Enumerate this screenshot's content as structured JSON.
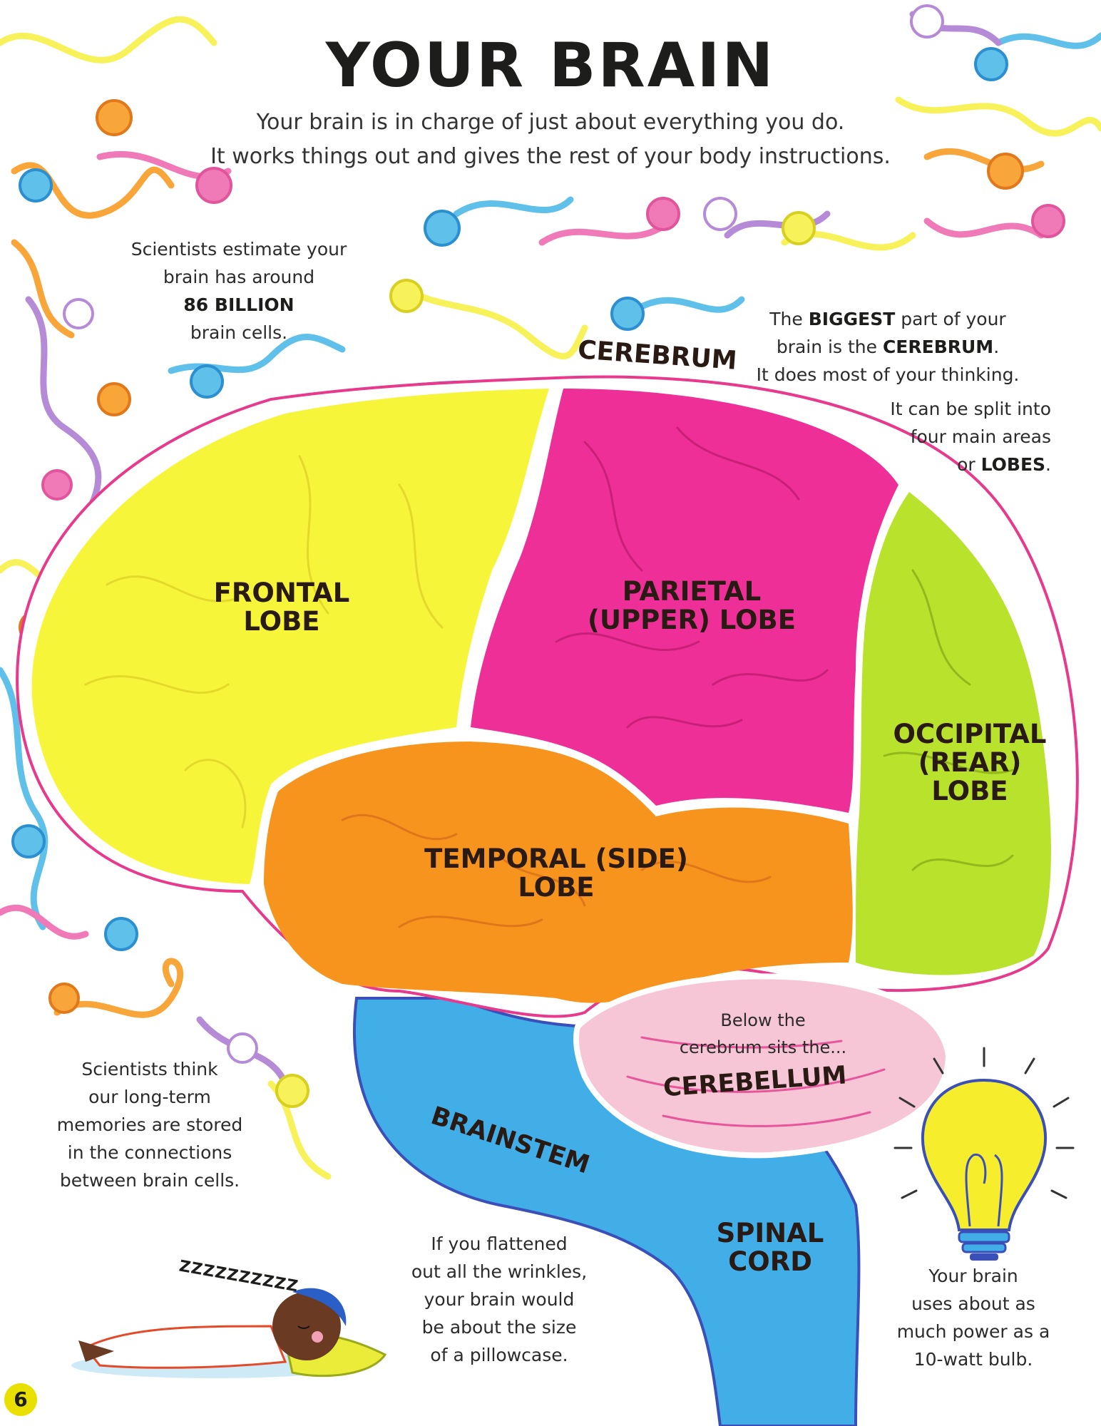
{
  "title": "YOUR BRAIN",
  "intro": {
    "line1": "Your brain is in charge of just about everything you do.",
    "line2": "It works things out and gives the rest of your body instructions."
  },
  "facts": {
    "cells": {
      "line1": "Scientists estimate your",
      "line2": "brain has around",
      "bold": "86 BILLION",
      "line3": "brain cells."
    },
    "biggest": {
      "pre": "The ",
      "bold1": "BIGGEST",
      "mid": " part of your",
      "pre2": "brain is the ",
      "bold2": "CEREBRUM",
      "dot": ".",
      "line3": "It does most of your thinking."
    },
    "lobes": {
      "line1": "It can be split into",
      "line2": "four main areas",
      "pre": "or ",
      "bold": "LOBES",
      "dot": "."
    },
    "memories": {
      "line1": "Scientists think",
      "line2": "our long-term",
      "line3": "memories are stored",
      "line4": "in the connections",
      "line5": "between brain cells."
    },
    "below": {
      "line1": "Below the",
      "line2": "cerebrum sits the..."
    },
    "wrinkles": {
      "line1": "If you flattened",
      "line2": "out all the wrinkles,",
      "line3": "your brain would",
      "line4": "be about the size",
      "line5": "of a pillowcase."
    },
    "power": {
      "line1": "Your brain",
      "line2": "uses about as",
      "line3": "much power as a",
      "line4": "10-watt bulb."
    }
  },
  "labels": {
    "cerebrum": "CEREBRUM",
    "frontal1": "FRONTAL",
    "frontal2": "LOBE",
    "parietal1": "PARIETAL",
    "parietal2": "(UPPER) LOBE",
    "occipital1": "OCCIPITAL",
    "occipital2": "(REAR) LOBE",
    "temporal": "TEMPORAL (SIDE) LOBE",
    "cerebellum": "CEREBELLUM",
    "brainstem": "BRAINSTEM",
    "spinal1": "SPINAL",
    "spinal2": "CORD"
  },
  "sleep_text": "ZZZZZZZZZZ",
  "page_number": "6",
  "colors": {
    "frontal": "#f7f53a",
    "parietal": "#ee2f97",
    "occipital": "#b9e22d",
    "temporal": "#f7941e",
    "cerebellum": "#f6c6d6",
    "brainstem": "#42aee8",
    "outline_pink": "#e73a8c",
    "outline_blue": "#3b4fb8",
    "arrow": "#3552b0",
    "page_badge": "#e9e000"
  }
}
